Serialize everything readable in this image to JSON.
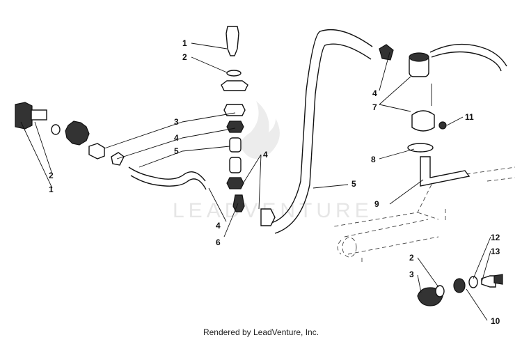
{
  "watermark": "LEADVENTURE",
  "caption": "Rendered by LeadVenture, Inc.",
  "callouts": {
    "c1_top": "1",
    "c2_top": "2",
    "c3_mid": "3",
    "c4_mid": "4",
    "c5_mid": "5",
    "c4_right": "4",
    "c4_low": "4",
    "c6": "6",
    "c2_left": "2",
    "c1_left": "1",
    "c5_right": "5",
    "c4_pump": "4",
    "c7": "7",
    "c11": "11",
    "c8": "8",
    "c9": "9",
    "c12": "12",
    "c13": "13",
    "c2_inset": "2",
    "c3_inset": "3",
    "c10": "10"
  },
  "colors": {
    "ink": "#111111",
    "watermark": "#e6e6e6",
    "background": "#ffffff"
  }
}
